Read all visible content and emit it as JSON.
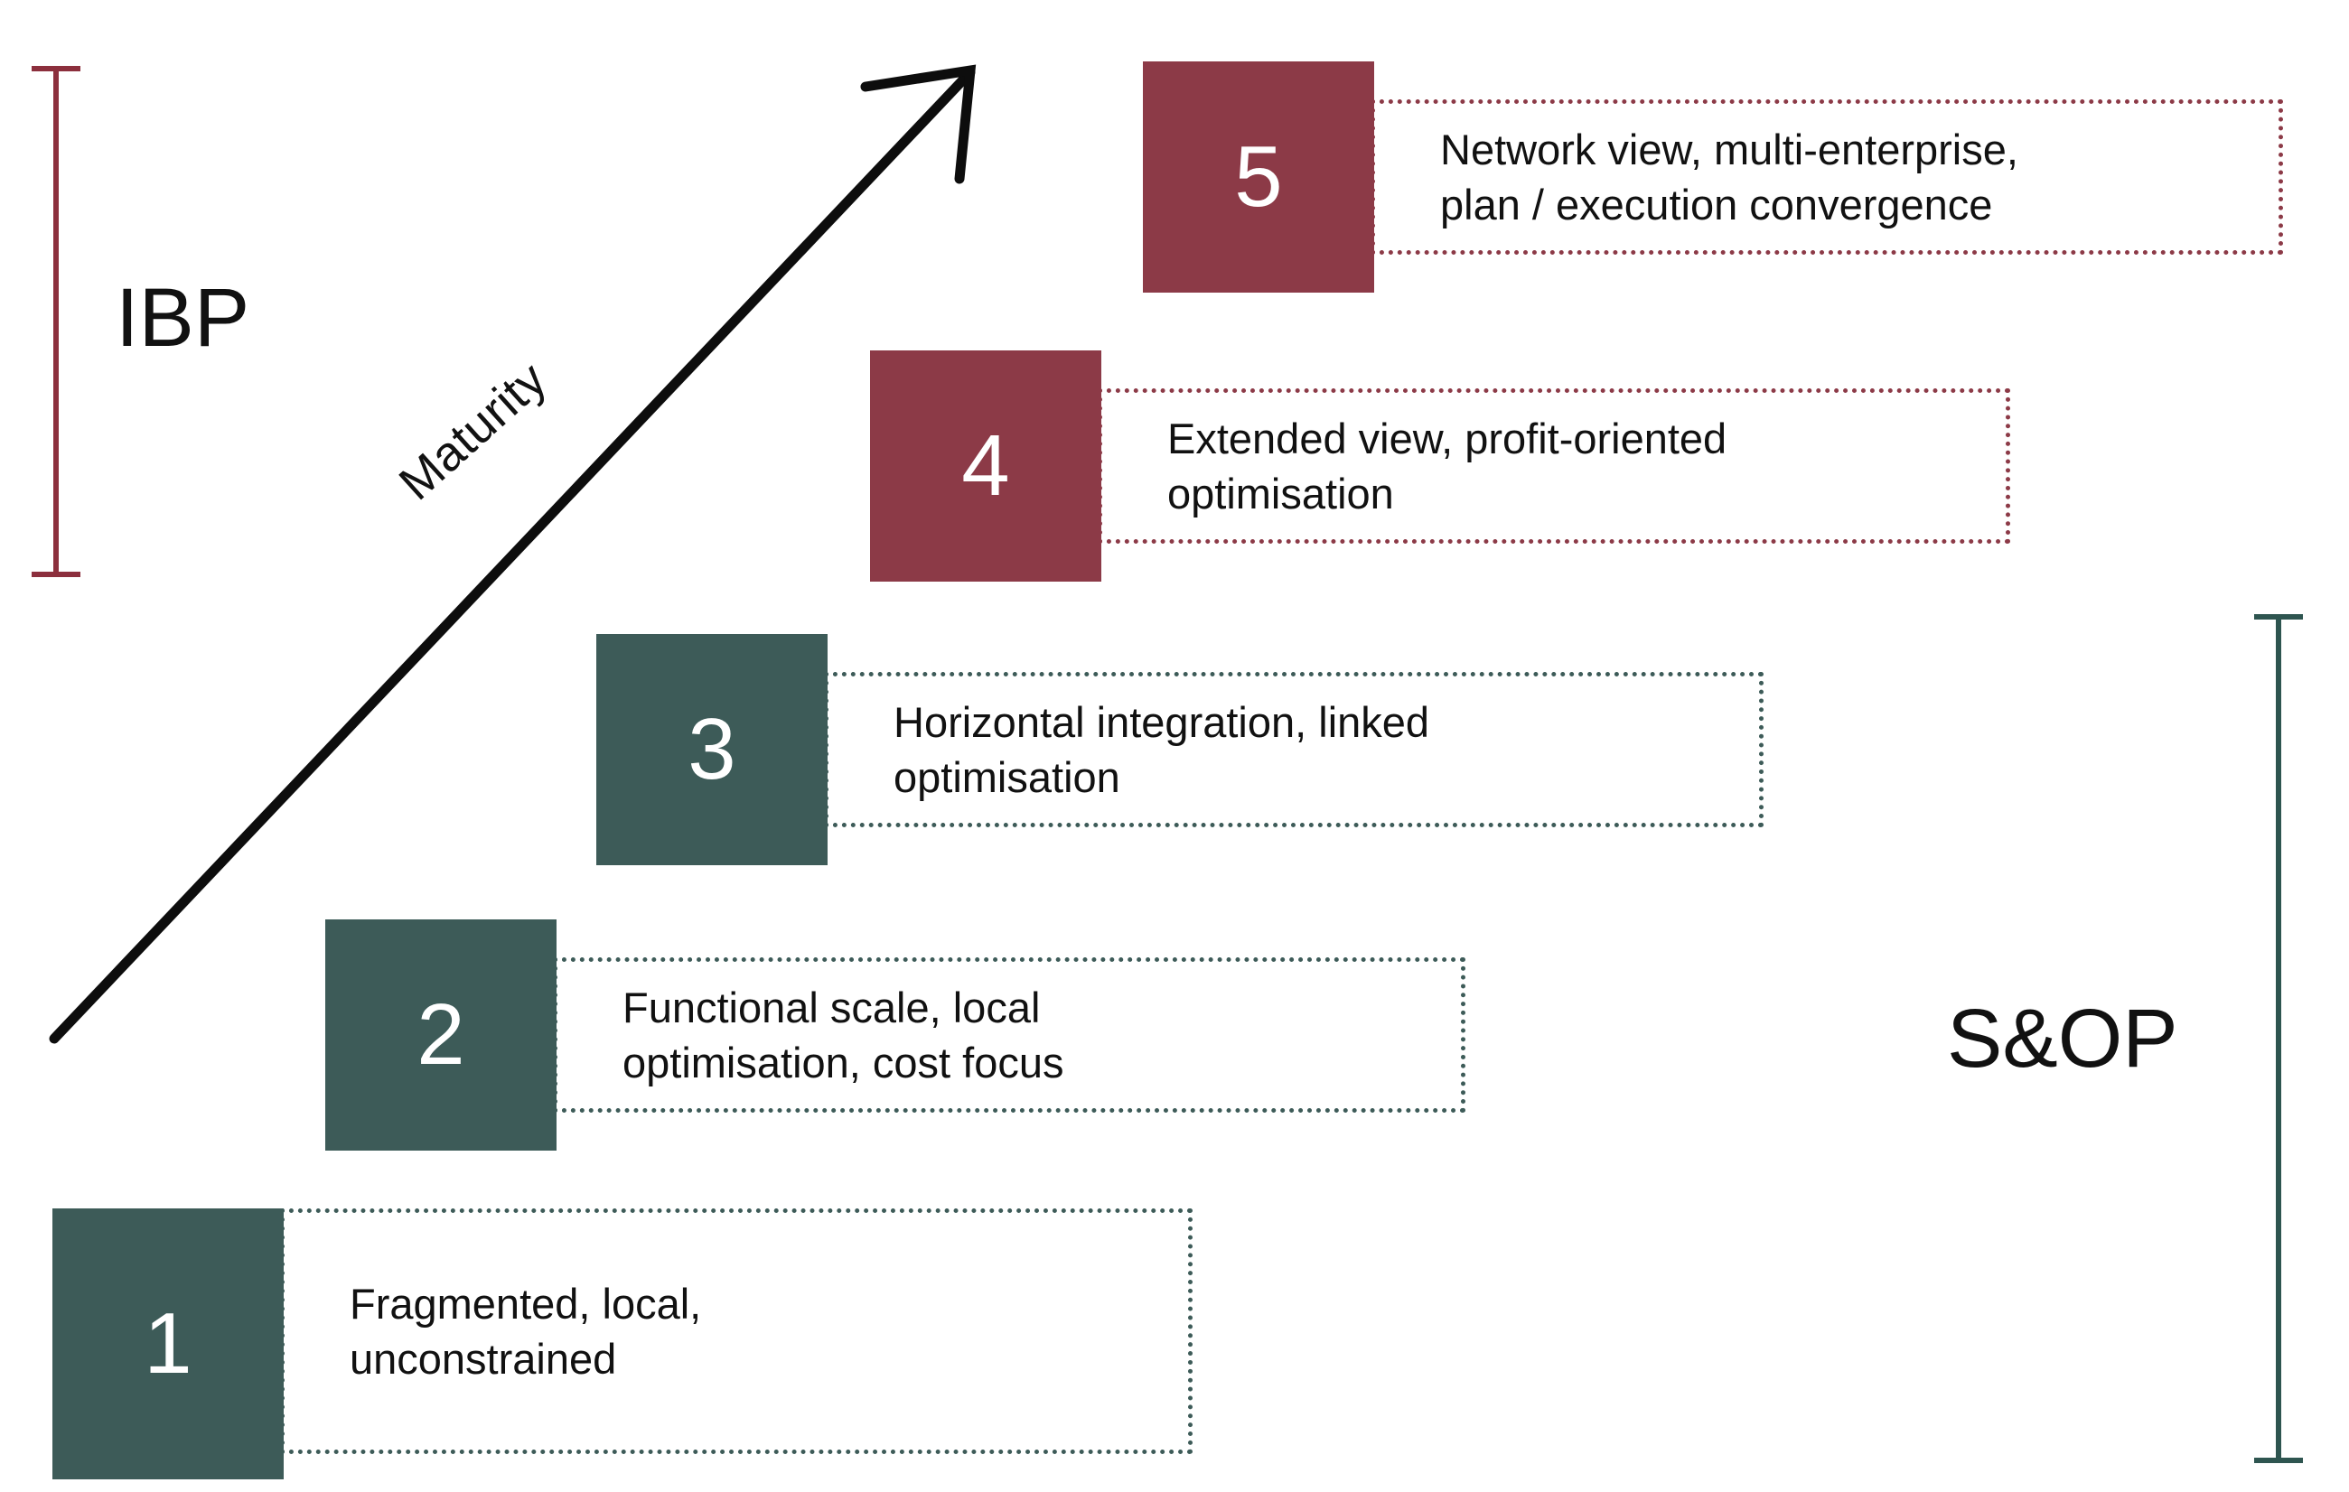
{
  "diagram": {
    "axis": {
      "label": "Maturity",
      "arrow_direction": "up-right"
    },
    "brackets": [
      {
        "id": "ibp",
        "label": "IBP",
        "color": "#8c2f3d",
        "covers_levels": [
          4,
          5
        ]
      },
      {
        "id": "sop",
        "label": "S&OP",
        "color": "#2e5550",
        "covers_levels": [
          1,
          2,
          3
        ]
      }
    ],
    "levels": [
      {
        "number": "5",
        "description": "Network view, multi-enterprise,\nplan / execution convergence",
        "color": "#8c3a47",
        "band": "IBP"
      },
      {
        "number": "4",
        "description": "Extended view, profit-oriented\noptimisation",
        "color": "#8c3a47",
        "band": "IBP"
      },
      {
        "number": "3",
        "description": "Horizontal integration, linked\noptimisation",
        "color": "#3d5b58",
        "band": "S&OP"
      },
      {
        "number": "2",
        "description": "Functional scale, local\noptimisation, cost focus",
        "color": "#3d5b58",
        "band": "S&OP"
      },
      {
        "number": "1",
        "description": "Fragmented, local,\nunconstrained",
        "color": "#3d5b58",
        "band": "S&OP"
      }
    ]
  }
}
